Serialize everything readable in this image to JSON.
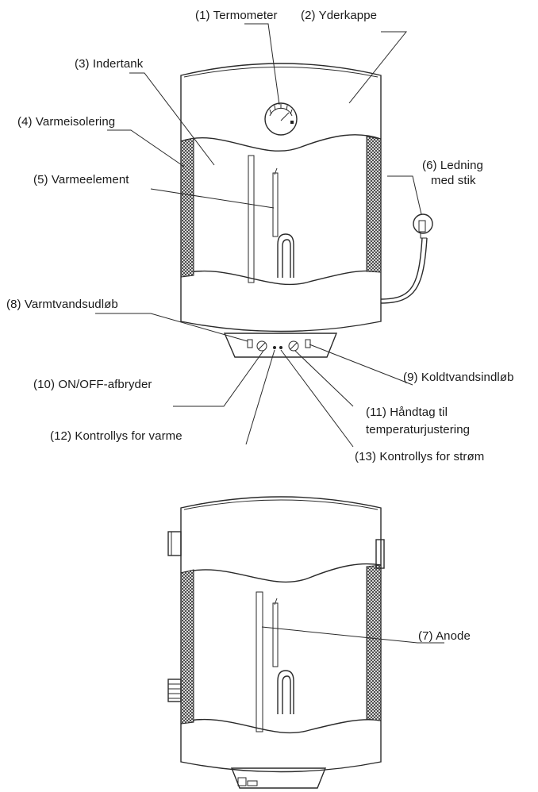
{
  "labels": {
    "termometer": "(1) Termometer",
    "yderkappe": "(2) Yderkappe",
    "indertank": "(3) Indertank",
    "varmeisolering": "(4) Varmeisolering",
    "varmeelement": "(5) Varmeelement",
    "ledning_line1": "(6) Ledning",
    "ledning_line2": "med stik",
    "anode": "(7) Anode",
    "varmtvandsudlob": "(8) Varmtvandsudløb",
    "koldtvandsindlob": "(9) Koldtvandsindløb",
    "onoff": "(10) ON/OFF-afbryder",
    "handtag_line1": "(11) Håndtag til",
    "handtag_line2": "temperaturjustering",
    "kontrollys_varme": "(12) Kontrollys for varme",
    "kontrollys_strom": "(13) Kontrollys for strøm"
  }
}
